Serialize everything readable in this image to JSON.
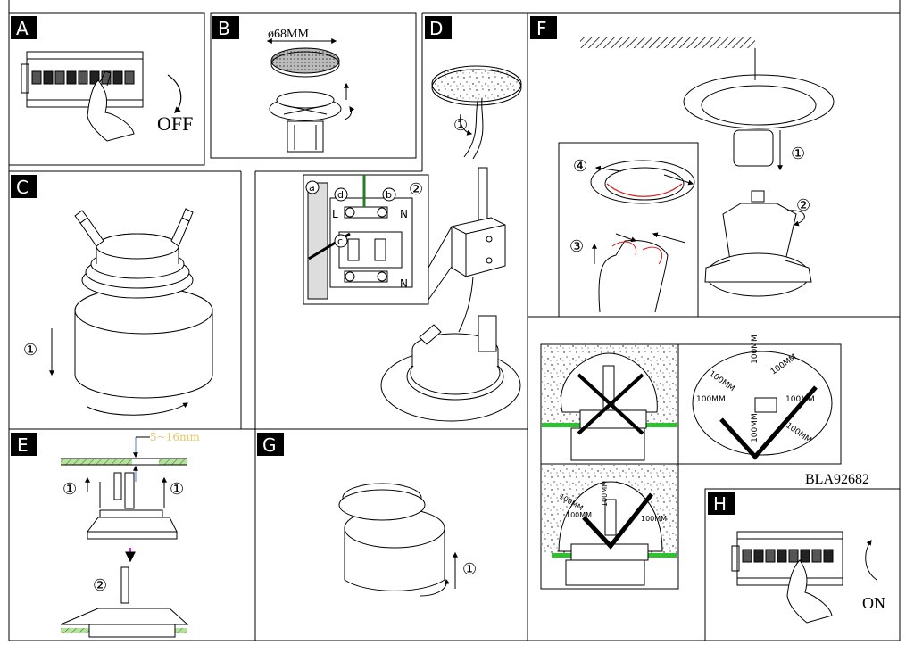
{
  "panels": {
    "A": {
      "label": "A",
      "text": "OFF"
    },
    "B": {
      "label": "B",
      "dimension": "ø68MM"
    },
    "C": {
      "label": "C",
      "step": "①"
    },
    "D": {
      "label": "D",
      "step1": "①",
      "step2": "②",
      "wiring": {
        "a": "a",
        "b": "b",
        "c": "c",
        "d": "d",
        "L": "L",
        "N": "N"
      }
    },
    "E": {
      "label": "E",
      "range": "5~16mm",
      "step1": "①",
      "step2": "②"
    },
    "F": {
      "label": "F",
      "step1": "①",
      "step2": "②",
      "step3": "③",
      "step4": "④"
    },
    "G": {
      "label": "G",
      "step": "①"
    },
    "H": {
      "label": "H",
      "text": "ON"
    }
  },
  "clearance": {
    "label": "100MM"
  },
  "model_code": "BLA92682",
  "colors": {
    "green_strip": "#2fc12f",
    "red_clip": "#d4201c",
    "magenta_arrow": "#e020e0",
    "dimension_text": "#e8c86a"
  }
}
